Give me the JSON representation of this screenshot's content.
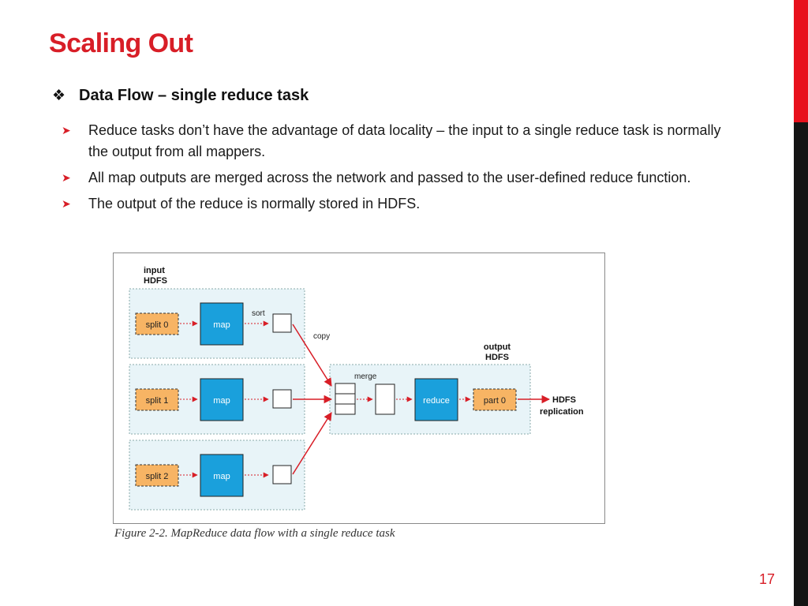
{
  "slide": {
    "title": "Scaling Out",
    "subheading": "Data Flow – single reduce task",
    "bullets": [
      "Reduce tasks don’t have the advantage of data locality – the input to a single reduce task is normally the output from all mappers.",
      "All map outputs are merged across the network and passed to the user-defined reduce function.",
      "The output of the reduce is normally stored in HDFS."
    ],
    "page_number": "17"
  },
  "figure": {
    "input_label_line1": "input",
    "input_label_line2": "HDFS",
    "output_label_line1": "output",
    "output_label_line2": "HDFS",
    "splits": [
      "split 0",
      "split 1",
      "split 2"
    ],
    "map_label": "map",
    "sort_label": "sort",
    "copy_label": "copy",
    "merge_label": "merge",
    "reduce_label": "reduce",
    "part_label": "part 0",
    "hdfs_replication_line1": "HDFS",
    "hdfs_replication_line2": "replication",
    "caption": "Figure 2-2. MapReduce data flow with a single reduce task"
  },
  "colors": {
    "accent": "#d81e27",
    "map_box": "#1aa0dc",
    "split_box": "#f7b464",
    "zone_fill": "#e8f4f8",
    "arrow": "#d81e27"
  }
}
